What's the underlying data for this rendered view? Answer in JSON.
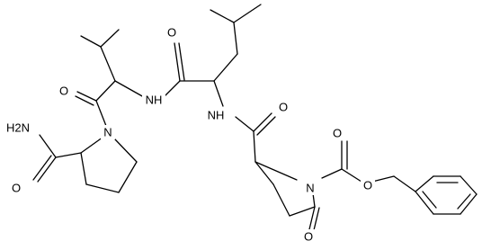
{
  "atom_labels": {
    "o_pro_amide": "O",
    "nh2_amide": "H2N",
    "n_proline": "N",
    "o_val_carbonyl": "O",
    "nh_val": "NH",
    "o_leu_carbonyl": "O",
    "nh_leu": "NH",
    "o_pyro_amide": "O",
    "n_pyro": "N",
    "o_cbz_carbonyl": "O",
    "o_cbz_ester": "O",
    "o_pyro_keto": "O"
  }
}
